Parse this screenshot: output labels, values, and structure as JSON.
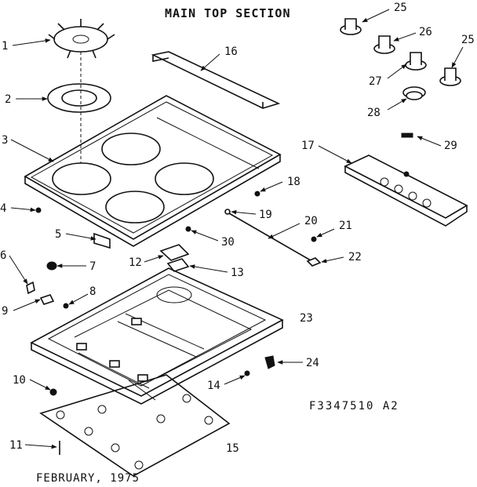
{
  "title": "MAIN TOP SECTION",
  "drawing_code": "F3347510 A2",
  "date": "FEBRUARY, 1975",
  "callouts": {
    "c1": "1",
    "c2": "2",
    "c3": "3",
    "c4": "4",
    "c5": "5",
    "c6": "6",
    "c7": "7",
    "c8": "8",
    "c9": "9",
    "c10": "10",
    "c11": "11",
    "c12": "12",
    "c13": "13",
    "c14": "14",
    "c15": "15",
    "c16": "16",
    "c17": "17",
    "c18": "18",
    "c19": "19",
    "c20": "20",
    "c21": "21",
    "c22": "22",
    "c23": "23",
    "c24": "24",
    "c25a": "25",
    "c25b": "25",
    "c26": "26",
    "c27": "27",
    "c28": "28",
    "c29": "29",
    "c30": "30"
  }
}
